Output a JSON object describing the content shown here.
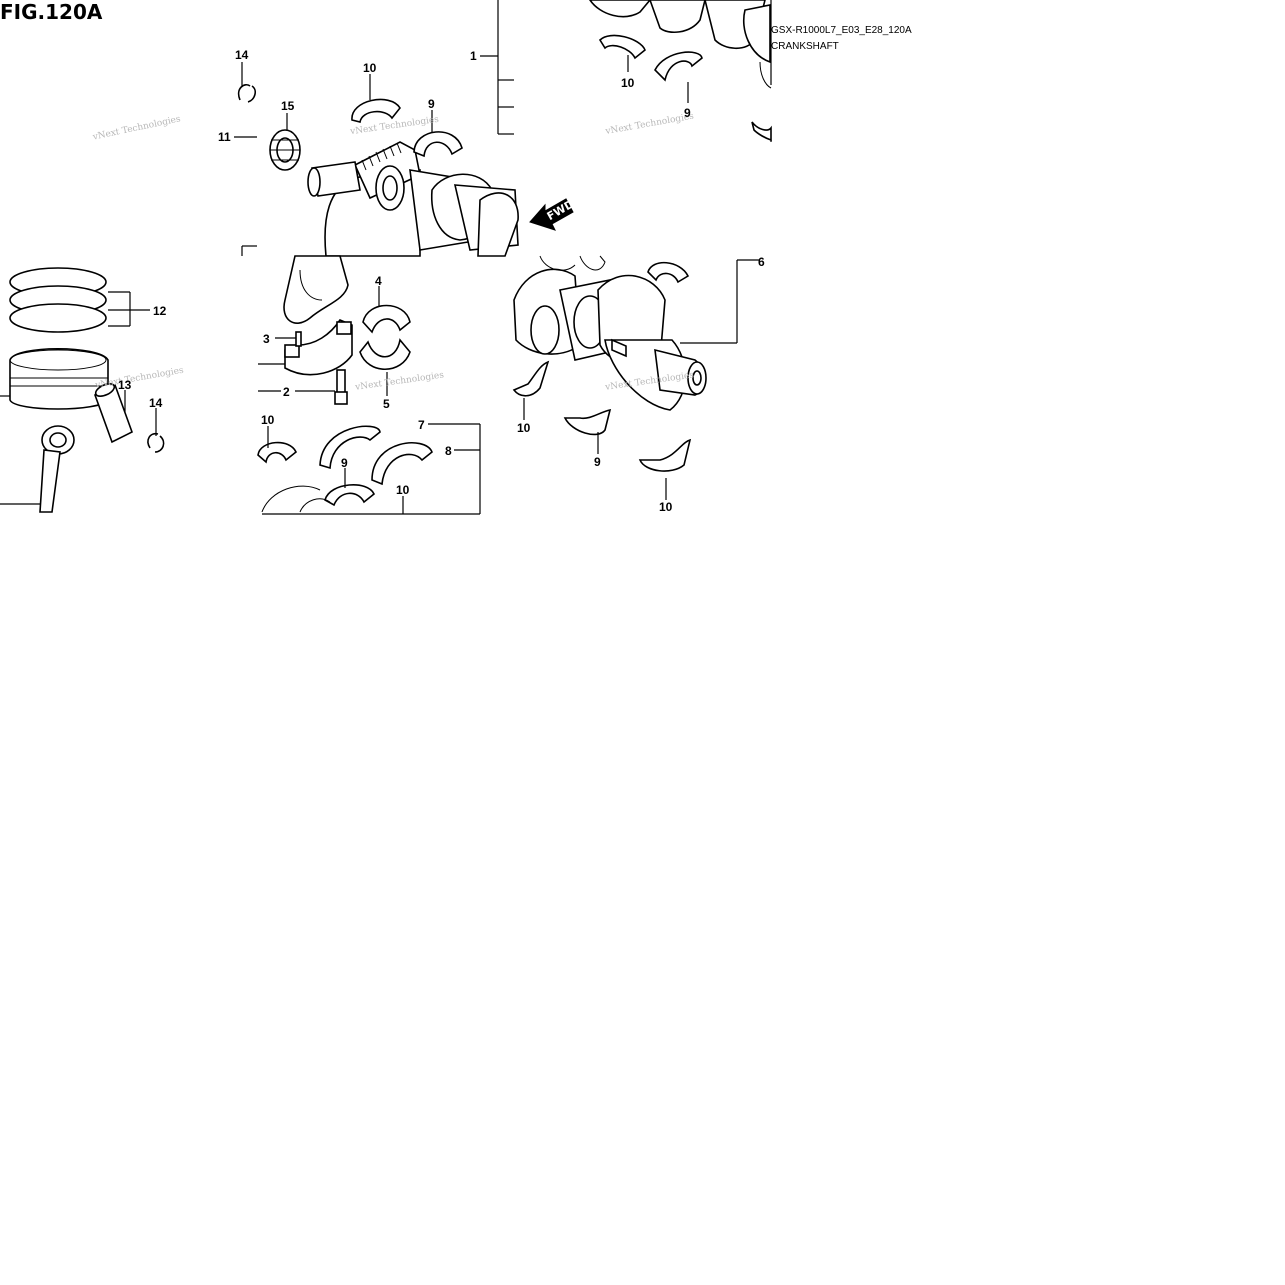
{
  "figure": {
    "title": "FIG.120A",
    "model_code": "GSX-R1000L7_E03_E28_120A",
    "section_name": "CRANKSHAFT",
    "direction_label": "FWD"
  },
  "watermark": {
    "text": "vNext Technologies"
  },
  "callouts": {
    "c14a": "14",
    "c15": "15",
    "c11": "11",
    "c10a": "10",
    "c9a": "9",
    "c1a": "1",
    "c10b": "10",
    "c9b": "9",
    "c12": "12",
    "c3": "3",
    "c4": "4",
    "c2": "2",
    "c5": "5",
    "c13": "13",
    "c14b": "14",
    "c10c": "10",
    "c7": "7",
    "c8": "8",
    "c9c": "9",
    "c10d": "10",
    "c6": "6",
    "c10e": "10",
    "c9d": "9",
    "c10f": "10"
  }
}
